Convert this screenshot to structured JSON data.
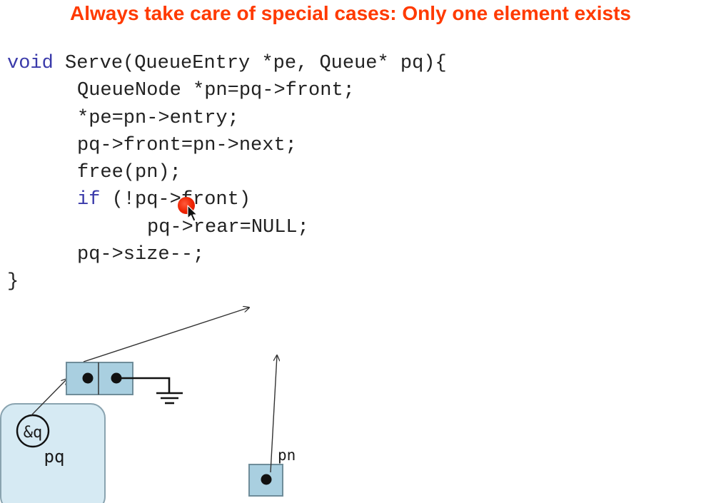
{
  "slide": {
    "title": "Always take care of special cases: Only one element exists",
    "code": {
      "l1_kw": "void",
      "l1_rest": " Serve(QueueEntry *pe, Queue* pq){",
      "l2": "QueueNode *pn=pq->front;",
      "l3": "*pe=pn->entry;",
      "l4": "pq->front=pn->next;",
      "l5": "free(pn);",
      "l6_kw": "if",
      "l6_rest": " (!pq->front)",
      "l7": "pq->rear=NULL;",
      "l8": "pq->size--;",
      "l9": "}"
    },
    "diagram": {
      "address_label": "&q",
      "queue_label": "pq",
      "pointer_label": "pn"
    }
  },
  "colors": {
    "title": "#ff3a00",
    "keyword": "#3a3aaa",
    "code_text": "#222222",
    "node_fill": "#a9cfe0",
    "queue_fill": "#d6eaf3",
    "laser": "#ee2200"
  },
  "icons": [
    "laser-pointer-icon",
    "mouse-cursor-icon",
    "ground-symbol-icon"
  ]
}
